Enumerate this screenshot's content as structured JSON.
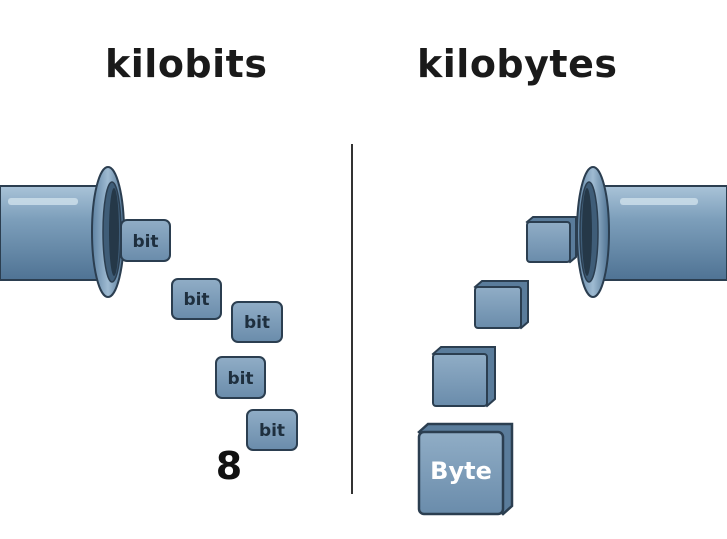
{
  "left_panel": {
    "title": "kilobits",
    "bit_label": "bit",
    "bit_count": "8"
  },
  "right_panel": {
    "title": "kilobytes",
    "byte_label": "Byte"
  },
  "icons": {
    "left_pipe": "pipe-icon",
    "right_pipe": "pipe-icon",
    "bit_block": "bit-block-icon",
    "byte_block": "byte-block-icon"
  },
  "colors": {
    "pipe_body": "#7d9fbb",
    "pipe_highlight": "#c9dbe8",
    "block_fill": "#7d9cb8",
    "block_outline": "#2b3e50",
    "divider": "#333333"
  }
}
